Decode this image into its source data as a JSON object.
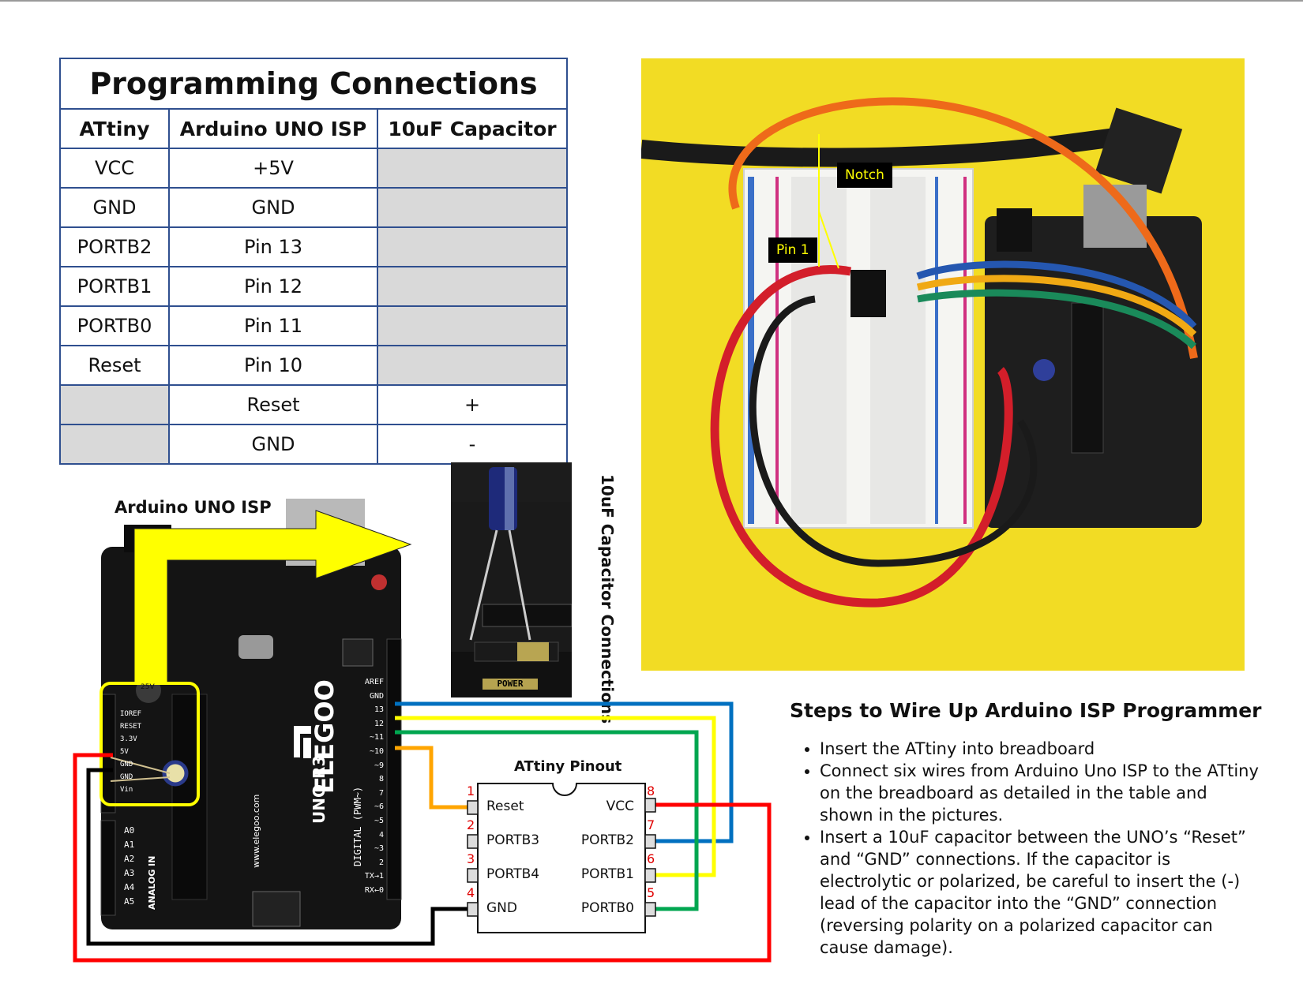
{
  "table": {
    "title": "Programming Connections",
    "headers": [
      "ATtiny",
      "Arduino UNO ISP",
      "10uF Capacitor"
    ],
    "rows": [
      [
        "VCC",
        "+5V",
        ""
      ],
      [
        "GND",
        "GND",
        ""
      ],
      [
        "PORTB2",
        "Pin 13",
        ""
      ],
      [
        "PORTB1",
        "Pin 12",
        ""
      ],
      [
        "PORTB0",
        "Pin 11",
        ""
      ],
      [
        "Reset",
        "Pin 10",
        ""
      ],
      [
        "",
        "Reset",
        "+"
      ],
      [
        "",
        "GND",
        "-"
      ]
    ]
  },
  "photo": {
    "notch_tag": "Notch",
    "pin1_tag": "Pin 1"
  },
  "labels": {
    "arduino_isp": "Arduino UNO ISP",
    "cap_connections": "10uF Capacitor Connections"
  },
  "board": {
    "brand": "ELEGOO",
    "model": "UNO R3",
    "power_header": "POWER",
    "power_pins": [
      "IOREF",
      "RESET",
      "3.3V",
      "5V",
      "GND",
      "GND",
      "Vin"
    ],
    "analog_pins": [
      "A0",
      "A1",
      "A2",
      "A3",
      "A4",
      "A5"
    ],
    "digital_pins": [
      "AREF",
      "GND",
      "13",
      "12",
      "~11",
      "~10",
      "~9",
      "8",
      "7",
      "~6",
      "~5",
      "4",
      "~3",
      "2",
      "TX→1",
      "RX←0"
    ],
    "cap_label": "25V",
    "digital_label": "DIGITAL (PWM~)",
    "analog_label": "ANALOG IN",
    "url": "www.elegoo.com"
  },
  "attiny": {
    "title": "ATtiny Pinout",
    "pins_left": [
      {
        "num": "1",
        "name": "Reset"
      },
      {
        "num": "2",
        "name": "PORTB3"
      },
      {
        "num": "3",
        "name": "PORTB4"
      },
      {
        "num": "4",
        "name": "GND"
      }
    ],
    "pins_right": [
      {
        "num": "8",
        "name": "VCC"
      },
      {
        "num": "7",
        "name": "PORTB2"
      },
      {
        "num": "6",
        "name": "PORTB1"
      },
      {
        "num": "5",
        "name": "PORTB0"
      }
    ]
  },
  "wire_colors": {
    "vcc": "#ff0000",
    "gnd": "#000000",
    "pin13": "#0070c0",
    "pin12": "#ffff00",
    "pin11": "#00a650",
    "pin10": "#ffa500",
    "arrow": "#ffff00"
  },
  "steps": {
    "title": "Steps to Wire Up Arduino ISP Programmer",
    "items": [
      "Insert the ATtiny into breadboard",
      "Connect six wires from Arduino Uno ISP to the ATtiny on the breadboard as detailed in the table and shown in the pictures.",
      "Insert a 10uF capacitor between the UNO’s “Reset” and “GND” connections.  If the capacitor is electrolytic or polarized, be careful to insert the (-) lead of the capacitor into the “GND” connection (reversing polarity on a polarized capacitor can cause damage)."
    ]
  }
}
